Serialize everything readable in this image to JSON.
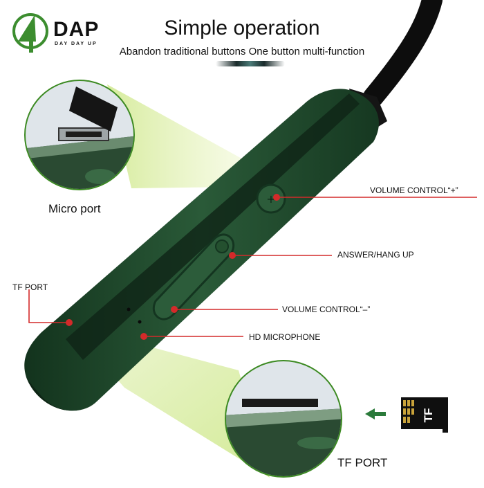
{
  "brand": {
    "name": "DAP",
    "tagline": "DAY DAY UP"
  },
  "header": {
    "title": "Simple operation",
    "subtitle": "Abandon traditional buttons One button multi-function"
  },
  "callouts": {
    "micro_port": "Micro port",
    "tf_port_top": "TF PORT",
    "volume_plus": "VOLUME CONTROL“+”",
    "answer_hang_up": "ANSWER/HANG UP",
    "volume_minus": "VOLUME CONTROL“–”",
    "hd_microphone": "HD MICROPHONE",
    "tf_port_bottom": "TF PORT"
  },
  "card": {
    "label": "TF"
  },
  "colors": {
    "body_green": "#1f4a2c",
    "accent_red": "#d42a2a",
    "highlight_lime": "#c7e27a",
    "cable_black": "#0d0d0d"
  }
}
